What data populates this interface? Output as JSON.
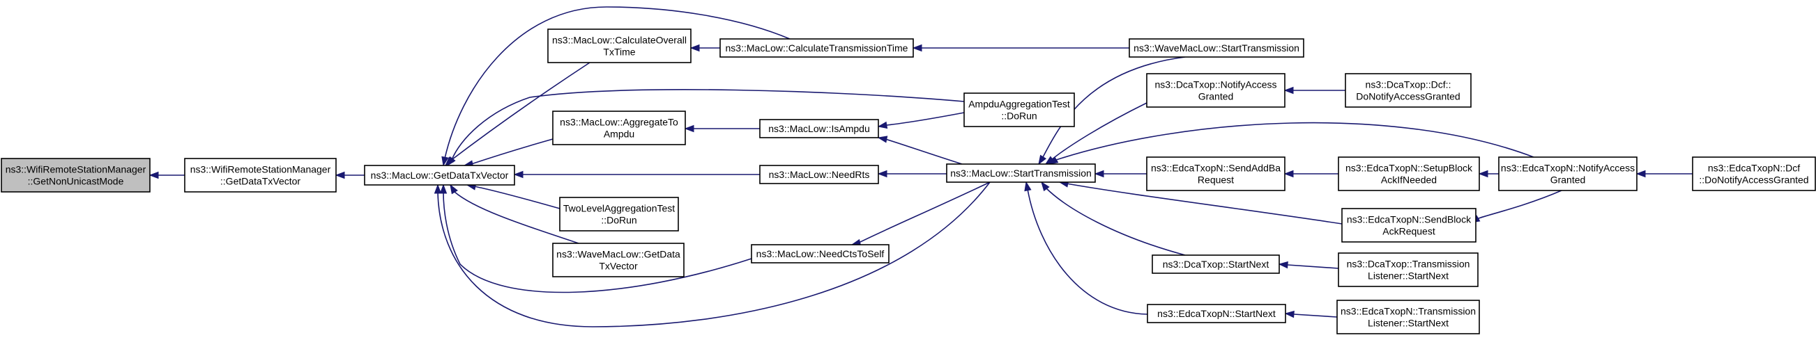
{
  "diagram": {
    "type": "call-graph",
    "colors": {
      "edge": "#191970",
      "root_fill": "#bfbfbf",
      "node_fill": "#ffffff",
      "node_border": "#000000"
    },
    "nodes": [
      {
        "id": "n0",
        "lines": [
          "ns3::WifiRemoteStationManager",
          "::GetNonUnicastMode"
        ],
        "root": true
      },
      {
        "id": "n1",
        "lines": [
          "ns3::WifiRemoteStationManager",
          "::GetDataTxVector"
        ]
      },
      {
        "id": "n2",
        "lines": [
          "ns3::MacLow::GetDataTxVector"
        ]
      },
      {
        "id": "n3",
        "lines": [
          "ns3::MacLow::CalculateOverall",
          "TxTime"
        ]
      },
      {
        "id": "n4",
        "lines": [
          "ns3::MacLow::AggregateTo",
          "Ampdu"
        ]
      },
      {
        "id": "n5",
        "lines": [
          "TwoLevelAggregationTest",
          "::DoRun"
        ]
      },
      {
        "id": "n6",
        "lines": [
          "ns3::WaveMacLow::GetData",
          "TxVector"
        ]
      },
      {
        "id": "n7",
        "lines": [
          "ns3::MacLow::CalculateTransmissionTime"
        ]
      },
      {
        "id": "n8",
        "lines": [
          "ns3::MacLow::IsAmpdu"
        ]
      },
      {
        "id": "n9",
        "lines": [
          "ns3::MacLow::NeedRts"
        ]
      },
      {
        "id": "n10",
        "lines": [
          "ns3::MacLow::NeedCtsToSelf"
        ]
      },
      {
        "id": "n11",
        "lines": [
          "AmpduAggregationTest",
          "::DoRun"
        ]
      },
      {
        "id": "n12",
        "lines": [
          "ns3::MacLow::StartTransmission"
        ]
      },
      {
        "id": "n13",
        "lines": [
          "ns3::WaveMacLow::StartTransmission"
        ]
      },
      {
        "id": "n14",
        "lines": [
          "ns3::DcaTxop::NotifyAccess",
          "Granted"
        ]
      },
      {
        "id": "n15",
        "lines": [
          "ns3::EdcaTxopN::SendAddBa",
          "Request"
        ]
      },
      {
        "id": "n16",
        "lines": [
          "ns3::DcaTxop::StartNext"
        ]
      },
      {
        "id": "n17",
        "lines": [
          "ns3::EdcaTxopN::StartNext"
        ]
      },
      {
        "id": "n18",
        "lines": [
          "ns3::DcaTxop::Dcf::",
          "DoNotifyAccessGranted"
        ]
      },
      {
        "id": "n19",
        "lines": [
          "ns3::EdcaTxopN::SetupBlock",
          "AckIfNeeded"
        ]
      },
      {
        "id": "n20",
        "lines": [
          "ns3::EdcaTxopN::SendBlock",
          "AckRequest"
        ]
      },
      {
        "id": "n21",
        "lines": [
          "ns3::DcaTxop::Transmission",
          "Listener::StartNext"
        ]
      },
      {
        "id": "n22",
        "lines": [
          "ns3::EdcaTxopN::Transmission",
          "Listener::StartNext"
        ]
      },
      {
        "id": "n23",
        "lines": [
          "ns3::EdcaTxopN::NotifyAccess",
          "Granted"
        ]
      },
      {
        "id": "n24",
        "lines": [
          "ns3::EdcaTxopN::Dcf",
          "::DoNotifyAccessGranted"
        ]
      }
    ],
    "edges": [
      {
        "from": "n1",
        "to": "n0"
      },
      {
        "from": "n2",
        "to": "n1"
      },
      {
        "from": "n3",
        "to": "n2"
      },
      {
        "from": "n7",
        "to": "n2"
      },
      {
        "from": "n11",
        "to": "n2"
      },
      {
        "from": "n4",
        "to": "n2"
      },
      {
        "from": "n9",
        "to": "n2"
      },
      {
        "from": "n5",
        "to": "n2"
      },
      {
        "from": "n6",
        "to": "n2"
      },
      {
        "from": "n10",
        "to": "n2"
      },
      {
        "from": "n12",
        "to": "n2"
      },
      {
        "from": "n7",
        "to": "n3"
      },
      {
        "from": "n13",
        "to": "n7"
      },
      {
        "from": "n8",
        "to": "n4"
      },
      {
        "from": "n11",
        "to": "n8"
      },
      {
        "from": "n12",
        "to": "n8"
      },
      {
        "from": "n12",
        "to": "n9"
      },
      {
        "from": "n12",
        "to": "n10"
      },
      {
        "from": "n13",
        "to": "n12"
      },
      {
        "from": "n14",
        "to": "n12"
      },
      {
        "from": "n15",
        "to": "n12"
      },
      {
        "from": "n23",
        "to": "n12"
      },
      {
        "from": "n20",
        "to": "n12"
      },
      {
        "from": "n16",
        "to": "n12"
      },
      {
        "from": "n17",
        "to": "n12"
      },
      {
        "from": "n18",
        "to": "n14"
      },
      {
        "from": "n19",
        "to": "n15"
      },
      {
        "from": "n23",
        "to": "n19"
      },
      {
        "from": "n23",
        "to": "n20"
      },
      {
        "from": "n21",
        "to": "n16"
      },
      {
        "from": "n22",
        "to": "n17"
      },
      {
        "from": "n24",
        "to": "n23"
      }
    ]
  }
}
